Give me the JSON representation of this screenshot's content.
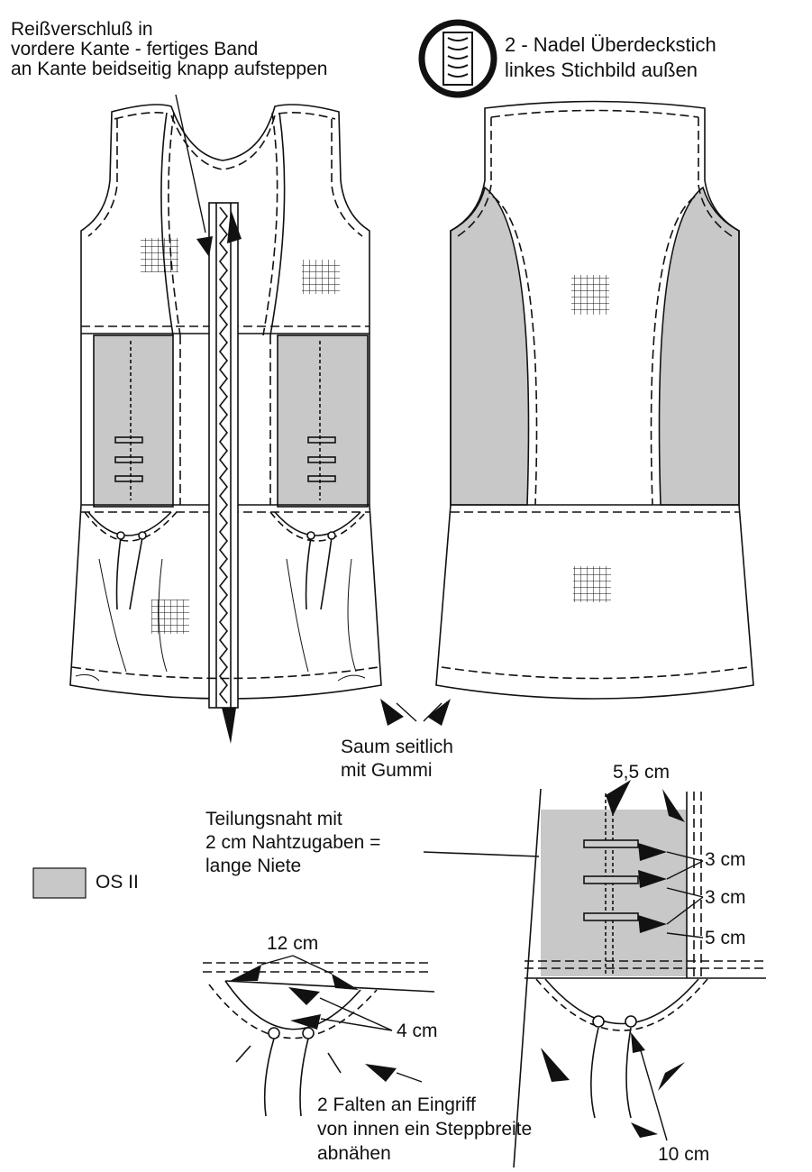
{
  "annotations": {
    "zipper": {
      "line1": "Reißverschluß in",
      "line2": "vordere Kante - fertiges Band",
      "line3": "an Kante beidseitig knapp aufsteppen"
    },
    "coverstitch": {
      "line1": "2 - Nadel Überdeckstich",
      "line2": "linkes Stichbild außen"
    },
    "hem": {
      "line1": "Saum seitlich",
      "line2": "mit Gummi"
    },
    "seam": {
      "line1": "Teilungsnaht mit",
      "line2": "2 cm Nahtzugaben =",
      "line3": "lange Niete"
    },
    "pocket_folds": {
      "line1": "2 Falten an Eingriff",
      "line2": "von innen ein Steppbreite",
      "line3": "abnähen"
    }
  },
  "legend": {
    "swatch_color": "#c8c8c8",
    "label": "OS II"
  },
  "measurements": {
    "top_width": "5,5 cm",
    "rivet_gap_1": "3 cm",
    "rivet_gap_2": "3 cm",
    "rivet_gap_3": "5 cm",
    "pocket_width": "12 cm",
    "pocket_depth": "4 cm",
    "drawstring": "10 cm"
  },
  "colors": {
    "line": "#111111",
    "fabric_accent": "#c8c8c8",
    "background": "#ffffff"
  },
  "icons": {
    "stitch_symbol": "coverstitch-icon",
    "arrow": "arrow-head-icon"
  }
}
